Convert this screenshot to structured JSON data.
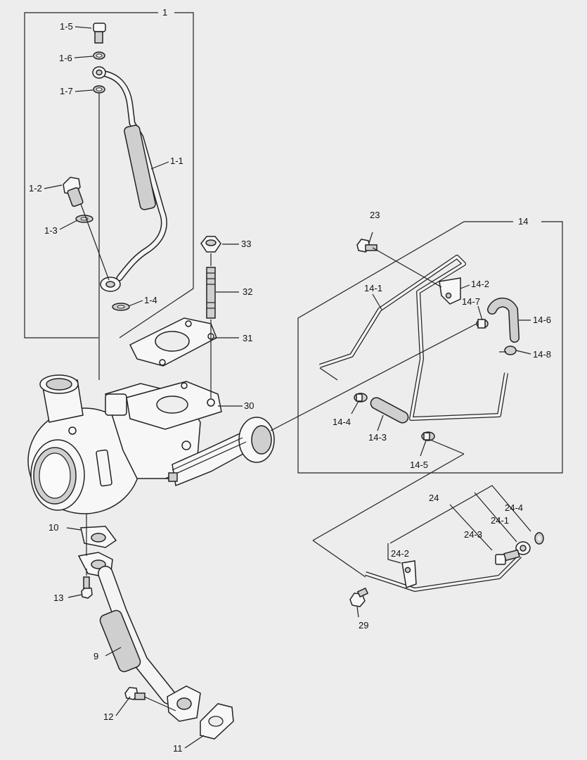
{
  "diagram": {
    "callouts": {
      "c1": "1",
      "c1_1": "1-1",
      "c1_2": "1-2",
      "c1_3": "1-3",
      "c1_4": "1-4",
      "c1_5": "1-5",
      "c1_6": "1-6",
      "c1_7": "1-7",
      "c9": "9",
      "c10": "10",
      "c11": "11",
      "c12": "12",
      "c13": "13",
      "c14": "14",
      "c14_1": "14-1",
      "c14_2": "14-2",
      "c14_3": "14-3",
      "c14_4": "14-4",
      "c14_5": "14-5",
      "c14_6": "14-6",
      "c14_7": "14-7",
      "c14_8": "14-8",
      "c23": "23",
      "c24": "24",
      "c24_1": "24-1",
      "c24_2": "24-2",
      "c24_3": "24-3",
      "c24_4": "24-4",
      "c29": "29",
      "c30": "30",
      "c31": "31",
      "c32": "32",
      "c33": "33"
    }
  }
}
